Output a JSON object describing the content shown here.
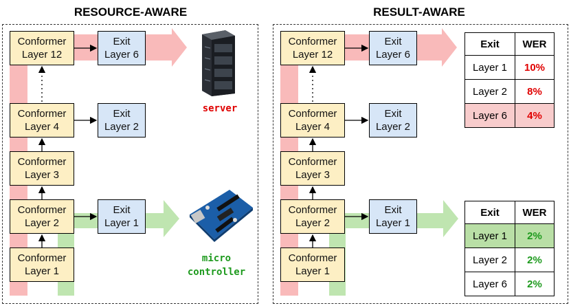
{
  "left": {
    "title": "RESOURCE-AWARE",
    "conformer": [
      {
        "line1": "Conformer",
        "line2": "Layer 12"
      },
      {
        "line1": "Conformer",
        "line2": "Layer 4"
      },
      {
        "line1": "Conformer",
        "line2": "Layer 3"
      },
      {
        "line1": "Conformer",
        "line2": "Layer 2"
      },
      {
        "line1": "Conformer",
        "line2": "Layer 1"
      }
    ],
    "exits": [
      {
        "line1": "Exit",
        "line2": "Layer 6"
      },
      {
        "line1": "Exit",
        "line2": "Layer 2"
      },
      {
        "line1": "Exit",
        "line2": "Layer 1"
      }
    ],
    "server_label": "server",
    "micro_label_1": "micro",
    "micro_label_2": "controller"
  },
  "right": {
    "title": "RESULT-AWARE",
    "conformer": [
      {
        "line1": "Conformer",
        "line2": "Layer 12"
      },
      {
        "line1": "Conformer",
        "line2": "Layer 4"
      },
      {
        "line1": "Conformer",
        "line2": "Layer 3"
      },
      {
        "line1": "Conformer",
        "line2": "Layer 2"
      },
      {
        "line1": "Conformer",
        "line2": "Layer 1"
      }
    ],
    "exits": [
      {
        "line1": "Exit",
        "line2": "Layer 6"
      },
      {
        "line1": "Exit",
        "line2": "Layer 2"
      },
      {
        "line1": "Exit",
        "line2": "Layer 1"
      }
    ],
    "table_top": {
      "headers": [
        "Exit",
        "WER"
      ],
      "rows": [
        {
          "exit": "Layer 1",
          "wer": "10%"
        },
        {
          "exit": "Layer 2",
          "wer": "8%"
        },
        {
          "exit": "Layer 6",
          "wer": "4%"
        }
      ]
    },
    "table_bottom": {
      "headers": [
        "Exit",
        "WER"
      ],
      "rows": [
        {
          "exit": "Layer 1",
          "wer": "2%"
        },
        {
          "exit": "Layer 2",
          "wer": "2%"
        },
        {
          "exit": "Layer 6",
          "wer": "2%"
        }
      ]
    }
  },
  "colors": {
    "red_path": "#f7a3a3",
    "green_path": "#a9dc96",
    "conformer_fill": "#fdefc4",
    "exit_fill": "#d7e6f7",
    "wer_red": "#e00000",
    "wer_green": "#1e9a1e"
  },
  "icons": [
    "server-icon",
    "microcontroller-icon"
  ]
}
